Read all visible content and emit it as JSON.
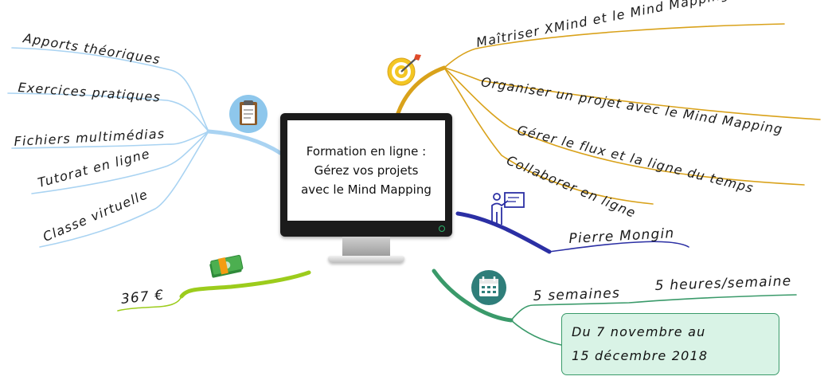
{
  "central": {
    "lines": [
      "Formation en ligne :",
      "Gérez vos projets",
      "avec le Mind Mapping"
    ]
  },
  "objectives": {
    "icon": "target-icon",
    "color": "#d9a21b",
    "items": [
      "Maîtriser XMind et le Mind Mapping",
      "Organiser un projet avec le Mind Mapping",
      "Gérer le flux et la ligne du temps",
      "Collaborer en ligne"
    ]
  },
  "methods": {
    "icon": "clipboard-icon",
    "color": "#a9d3f2",
    "items": [
      "Apports théoriques",
      "Exercices pratiques",
      "Fichiers multimédias",
      "Tutorat en ligne",
      "Classe virtuelle"
    ]
  },
  "trainer": {
    "icon": "presenter-icon",
    "color": "#2b2fa4",
    "name": "Pierre Mongin"
  },
  "schedule": {
    "icon": "calendar-icon",
    "color": "#3a9a6a",
    "duration": "5 semaines",
    "rate": "5 heures/semaine",
    "dates": [
      "Du 7 novembre au",
      "15 décembre 2018"
    ]
  },
  "price": {
    "icon": "money-icon",
    "color": "#9ccc1c",
    "value": "367 €"
  }
}
